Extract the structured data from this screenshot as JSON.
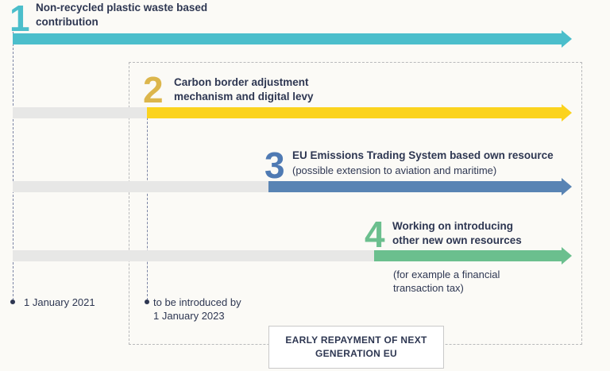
{
  "colors": {
    "teal": "#4bbecb",
    "yellow": "#fbd31e",
    "blue": "#5984b4",
    "green": "#6bbf8e",
    "track": "#e7e7e6",
    "text": "#2e3752",
    "number1": "#4bbecb",
    "number2": "#dcb64c",
    "number3": "#4f7ab3",
    "number4": "#6bbf8e"
  },
  "steps": [
    {
      "number": "1",
      "title_line1": "Non-recycled plastic waste based",
      "title_line2": "contribution"
    },
    {
      "number": "2",
      "title_line1": "Carbon border adjustment",
      "title_line2": "mechanism and digital levy"
    },
    {
      "number": "3",
      "title_line1": "EU Emissions Trading System based own resource",
      "subtitle": "(possible extension to aviation and maritime)"
    },
    {
      "number": "4",
      "title_line1": "Working on introducing",
      "title_line2": "other new own resources",
      "note_line1": "(for example a financial",
      "note_line2": "transaction tax)"
    }
  ],
  "dates": {
    "start": "1 January 2021",
    "second_line1": "to be introduced by",
    "second_line2": "1 January 2023"
  },
  "footer": {
    "line1": "EARLY REPAYMENT OF NEXT",
    "line2": "GENERATION EU"
  }
}
